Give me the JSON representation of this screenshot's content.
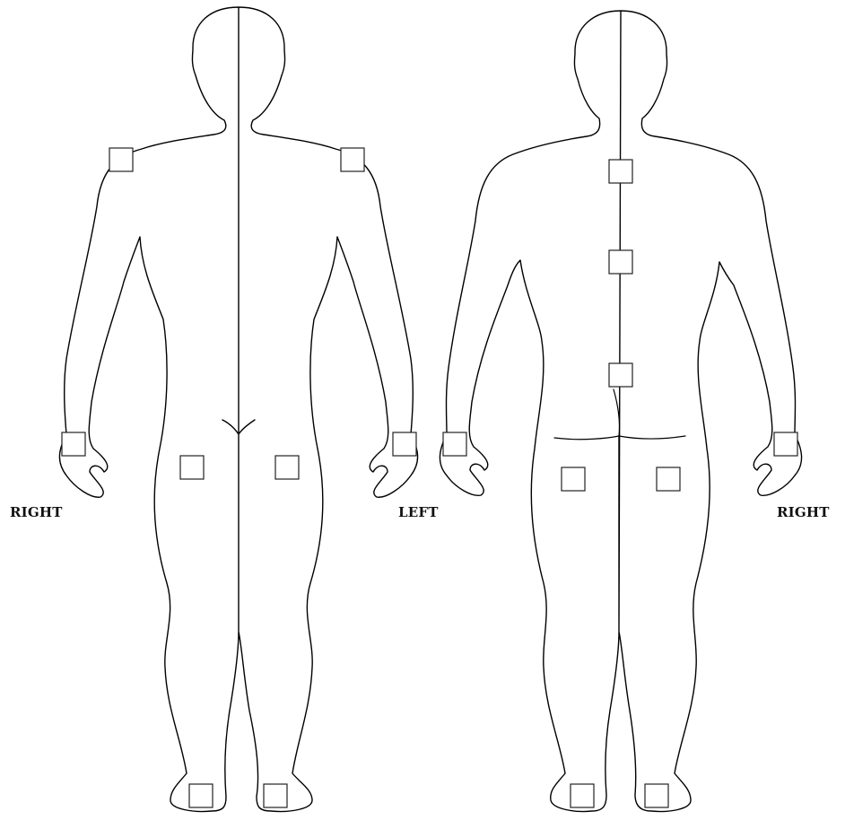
{
  "labels": {
    "front_right": "RIGHT",
    "front_left": "LEFT",
    "back_right": "RIGHT"
  },
  "views": [
    {
      "id": "front",
      "markers": [
        "right-shoulder",
        "left-shoulder",
        "right-wrist",
        "left-wrist",
        "right-thigh",
        "left-thigh",
        "right-ankle",
        "left-ankle"
      ]
    },
    {
      "id": "back",
      "markers": [
        "upper-back",
        "mid-back",
        "lower-back",
        "left-wrist",
        "right-wrist",
        "left-buttock",
        "right-buttock",
        "left-heel",
        "right-heel"
      ]
    }
  ],
  "colors": {
    "line": "#000000",
    "background": "#ffffff"
  }
}
